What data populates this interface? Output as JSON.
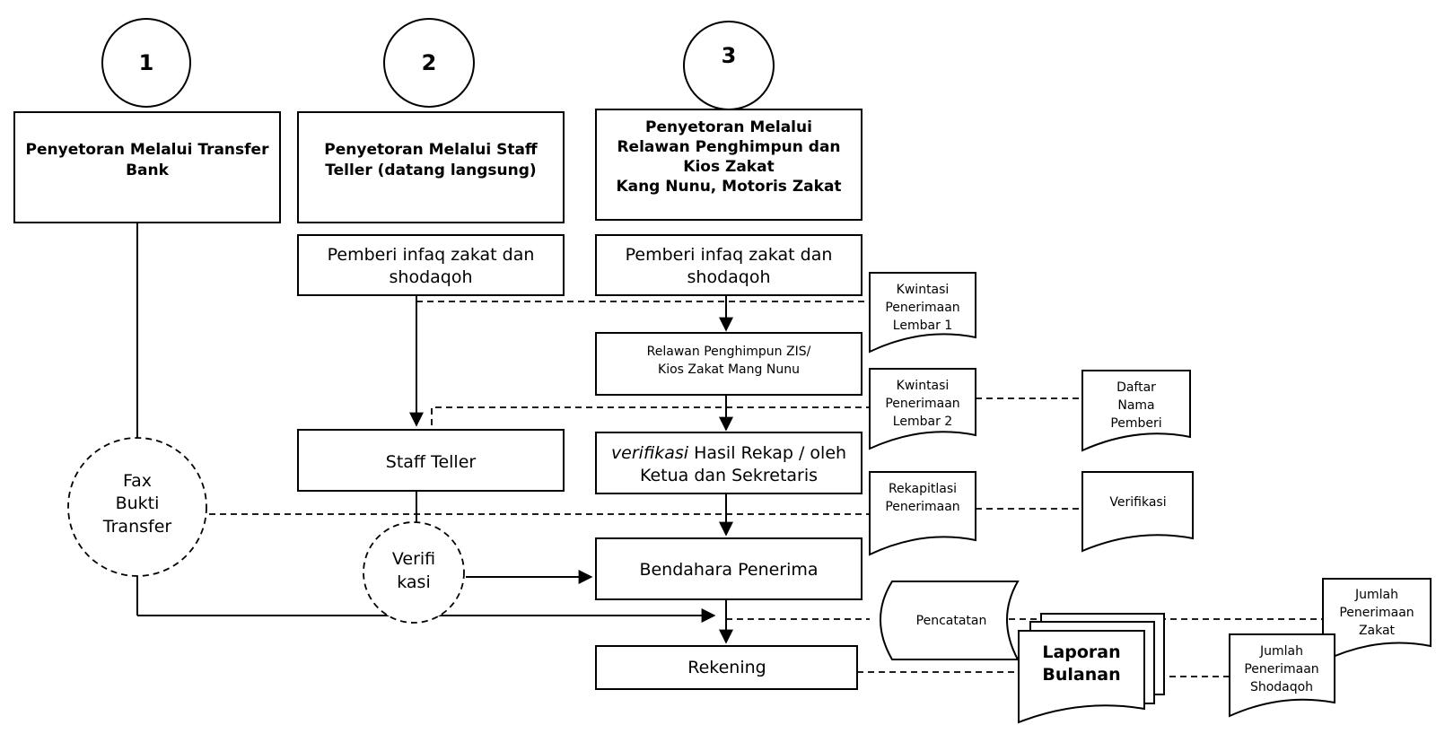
{
  "steps": [
    {
      "number": "1",
      "title": [
        "Penyetoran Melalui Transfer",
        "Bank"
      ]
    },
    {
      "number": "2",
      "title": [
        "Penyetoran Melalui Staff",
        "Teller (datang langsung)"
      ]
    },
    {
      "number": "3",
      "title": [
        "Penyetoran Melalui",
        "Relawan Penghimpun dan",
        "Kios Zakat",
        "Kang Nunu, Motoris Zakat"
      ]
    }
  ],
  "processes": {
    "pemberi_2": [
      "Pemberi infaq zakat dan",
      "shodaqoh"
    ],
    "pemberi_3": [
      "Pemberi infaq zakat dan",
      "shodaqoh"
    ],
    "relawan": [
      "Relawan Penghimpun ZIS/",
      "Kios Zakat Mang Nunu"
    ],
    "staff_teller": "Staff Teller",
    "verifikasi_rekap": {
      "italic": "verifikasi",
      "rest": " Hasil Rekap / oleh",
      "line2": "Ketua dan Sekretaris"
    },
    "bendahara": "Bendahara Penerima",
    "rekening": "Rekening"
  },
  "circles": {
    "fax": [
      "Fax",
      "Bukti",
      "Transfer"
    ],
    "verifi": [
      "Verifi",
      "kasi"
    ]
  },
  "documents": {
    "kwitansi1": [
      "Kwintasi",
      "Penerimaan",
      "Lembar 1"
    ],
    "kwitansi2": [
      "Kwintasi",
      "Penerimaan",
      "Lembar 2"
    ],
    "daftar": [
      "Daftar",
      "Nama",
      "Pemberi"
    ],
    "rekapitulasi": [
      "Rekapitlasi",
      "Penerimaan"
    ],
    "verifikasi": "Verifikasi",
    "pencatatan": "Pencatatan",
    "laporan": [
      "Laporan",
      "Bulanan"
    ],
    "jumlah_zakat": [
      "Jumlah",
      "Penerimaan",
      "Zakat"
    ],
    "jumlah_shodaqoh": [
      "Jumlah",
      "Penerimaan",
      "Shodaqoh"
    ]
  }
}
